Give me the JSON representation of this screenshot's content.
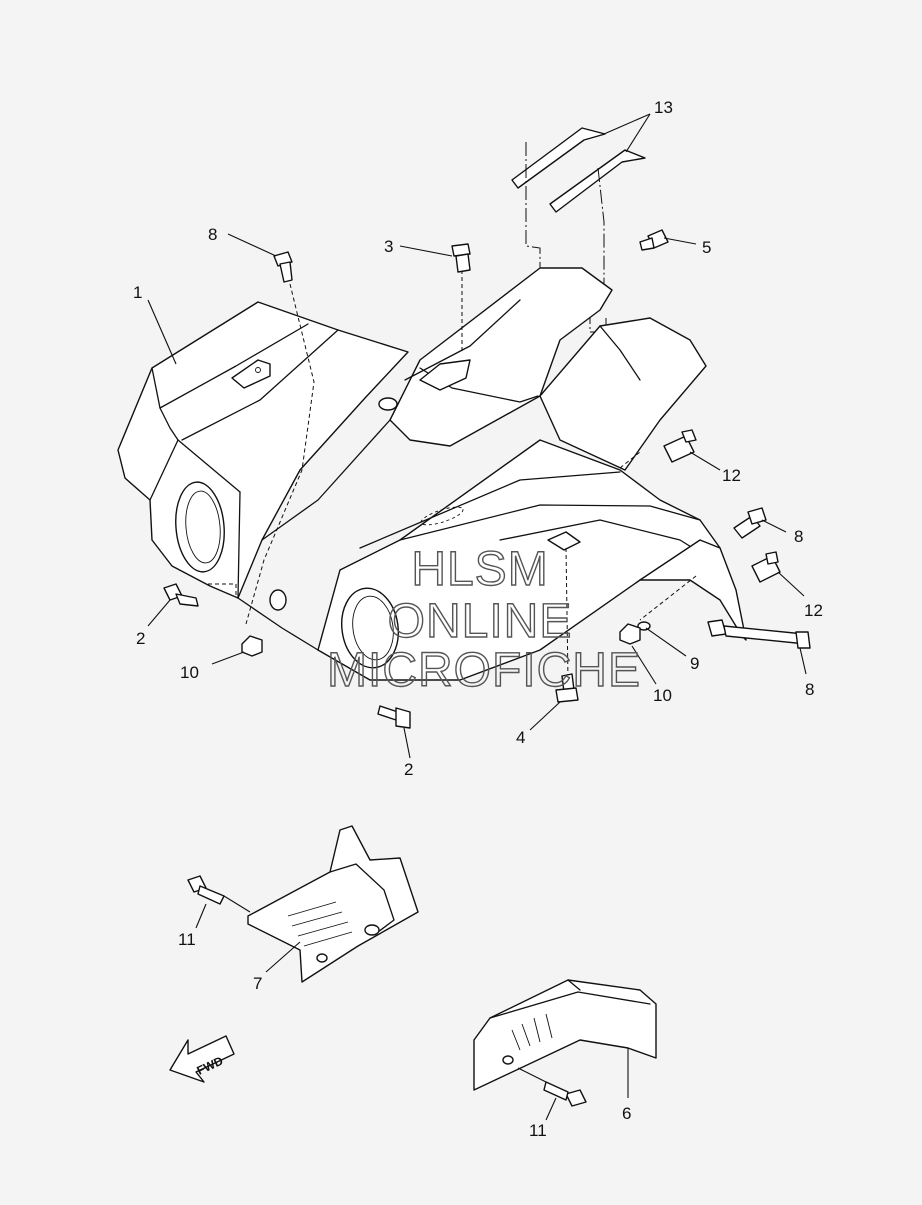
{
  "diagram": {
    "callouts": [
      {
        "id": "c1",
        "label": "1"
      },
      {
        "id": "c2a",
        "label": "2"
      },
      {
        "id": "c2b",
        "label": "2"
      },
      {
        "id": "c3",
        "label": "3"
      },
      {
        "id": "c4",
        "label": "4"
      },
      {
        "id": "c5",
        "label": "5"
      },
      {
        "id": "c6",
        "label": "6"
      },
      {
        "id": "c7",
        "label": "7"
      },
      {
        "id": "c8a",
        "label": "8"
      },
      {
        "id": "c8b",
        "label": "8"
      },
      {
        "id": "c8c",
        "label": "8"
      },
      {
        "id": "c9",
        "label": "9"
      },
      {
        "id": "c10a",
        "label": "10"
      },
      {
        "id": "c10b",
        "label": "10"
      },
      {
        "id": "c11a",
        "label": "11"
      },
      {
        "id": "c11b",
        "label": "11"
      },
      {
        "id": "c12a",
        "label": "12"
      },
      {
        "id": "c12b",
        "label": "12"
      },
      {
        "id": "c13",
        "label": "13"
      }
    ],
    "watermark": [
      "HLSM",
      "ONLINE",
      "MICROFICHE"
    ],
    "fwd_label": "FWD"
  },
  "colors": {
    "background": "#f4f4f4",
    "line": "#111111",
    "part_fill": "#ffffff"
  }
}
